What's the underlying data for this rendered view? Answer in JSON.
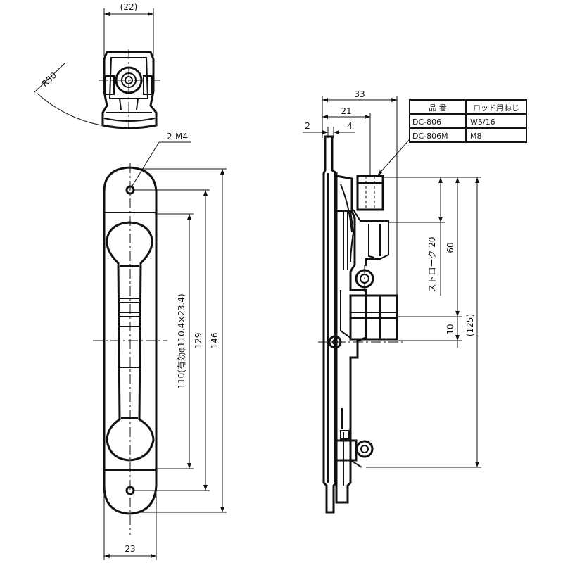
{
  "dimensions": {
    "top_width": "(22)",
    "top_radius": "R50",
    "hole_note": "2-M4",
    "front_height_1": "110(有効φ110.4×23.4)",
    "front_height_2": "129",
    "front_height_3": "146",
    "front_width": "23",
    "side_width_1": "33",
    "side_width_2": "21",
    "side_small_1": "2",
    "side_small_2": "4",
    "side_stroke": "ストローク 20",
    "side_60": "60",
    "side_10": "10",
    "side_125": "(125)"
  },
  "spec_table": {
    "headers": [
      "品 番",
      "ロッド用ねじ"
    ],
    "rows": [
      [
        "DC-806",
        "W5/16"
      ],
      [
        "DC-806M",
        "M8"
      ]
    ]
  }
}
